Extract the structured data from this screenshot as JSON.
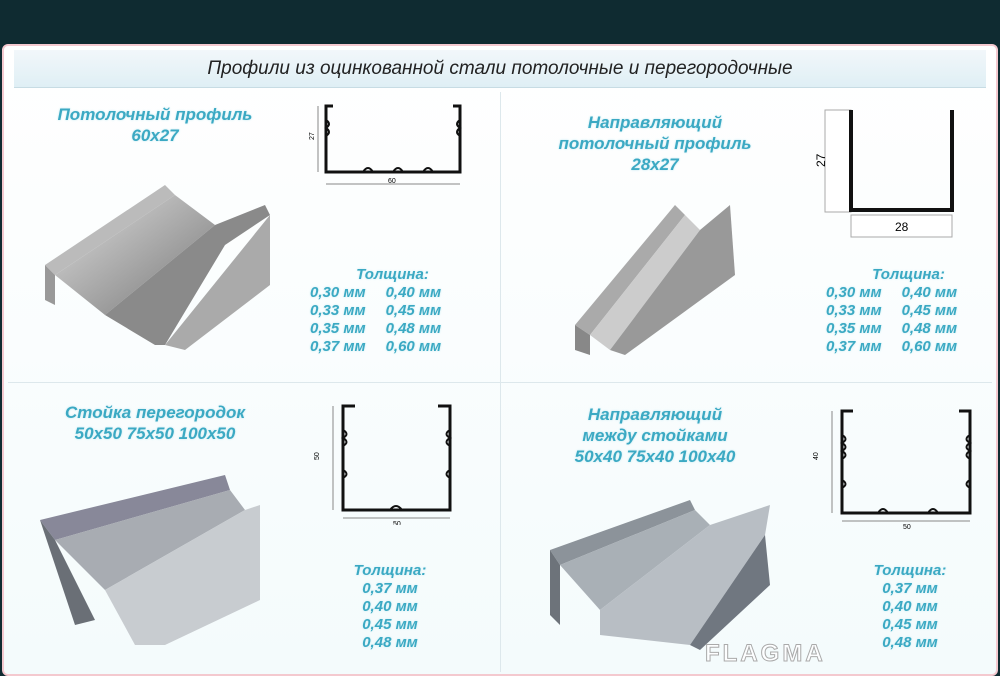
{
  "title": "Профили из оцинкованной стали потолочные  и перегородочные",
  "watermark": "FLAGMA",
  "thickness_label": "Толщина:",
  "profiles": [
    {
      "name": [
        "Потолочный профиль",
        "60x27"
      ],
      "dims": {
        "height": "27",
        "width": "60"
      },
      "thickness": [
        [
          "0,30 мм",
          "0,33 мм",
          "0,35 мм",
          "0,37 мм"
        ],
        [
          "0,40 мм",
          "0,45 мм",
          "0,48 мм",
          "0,60 мм"
        ]
      ]
    },
    {
      "name": [
        "Направляющий",
        "потолочный профиль",
        "28x27"
      ],
      "dims": {
        "height": "27",
        "width": "28"
      },
      "thickness": [
        [
          "0,30 мм",
          "0,33 мм",
          "0,35 мм",
          "0,37 мм"
        ],
        [
          "0,40 мм",
          "0,45 мм",
          "0,48 мм",
          "0,60 мм"
        ]
      ]
    },
    {
      "name": [
        "Стойка перегородок",
        "50x50  75x50  100x50"
      ],
      "dims": {
        "height": "50",
        "width": "50"
      },
      "thickness": [
        [
          "0,37 мм",
          "0,40 мм",
          "0,45 мм",
          "0,48 мм"
        ]
      ]
    },
    {
      "name": [
        "Направляющий",
        "между стойками",
        "50x40  75x40  100x40"
      ],
      "dims": {
        "height": "40",
        "width": "50"
      },
      "thickness": [
        [
          "0,37 мм",
          "0,40 мм",
          "0,45 мм",
          "0,48 мм"
        ]
      ]
    }
  ],
  "colors": {
    "accent": "#3ba9c3",
    "header_band": "#0f2b31"
  }
}
